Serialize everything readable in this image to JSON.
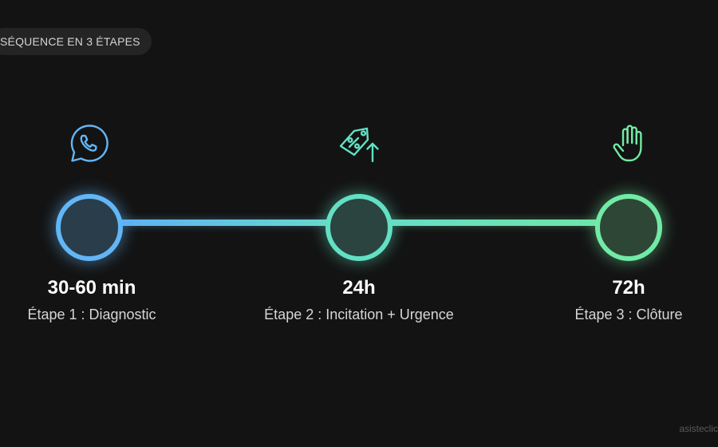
{
  "header": {
    "pill_label": "SÉQUENCE EN 3 ÉTAPES"
  },
  "steps": [
    {
      "time": "30-60 min",
      "label": "Étape 1 : Diagnostic",
      "icon": "whatsapp-icon",
      "color": "#62b6f6"
    },
    {
      "time": "24h",
      "label": "Étape 2 : Incitation + Urgence",
      "icon": "discount-tag-arrow-icon",
      "color": "#63e0c4"
    },
    {
      "time": "72h",
      "label": "Étape 3 : Clôture",
      "icon": "hand-icon",
      "color": "#72eaa6"
    }
  ],
  "footer": {
    "watermark": "asisteclic"
  },
  "colors": {
    "background": "#131313",
    "pill_background": "#242424"
  }
}
